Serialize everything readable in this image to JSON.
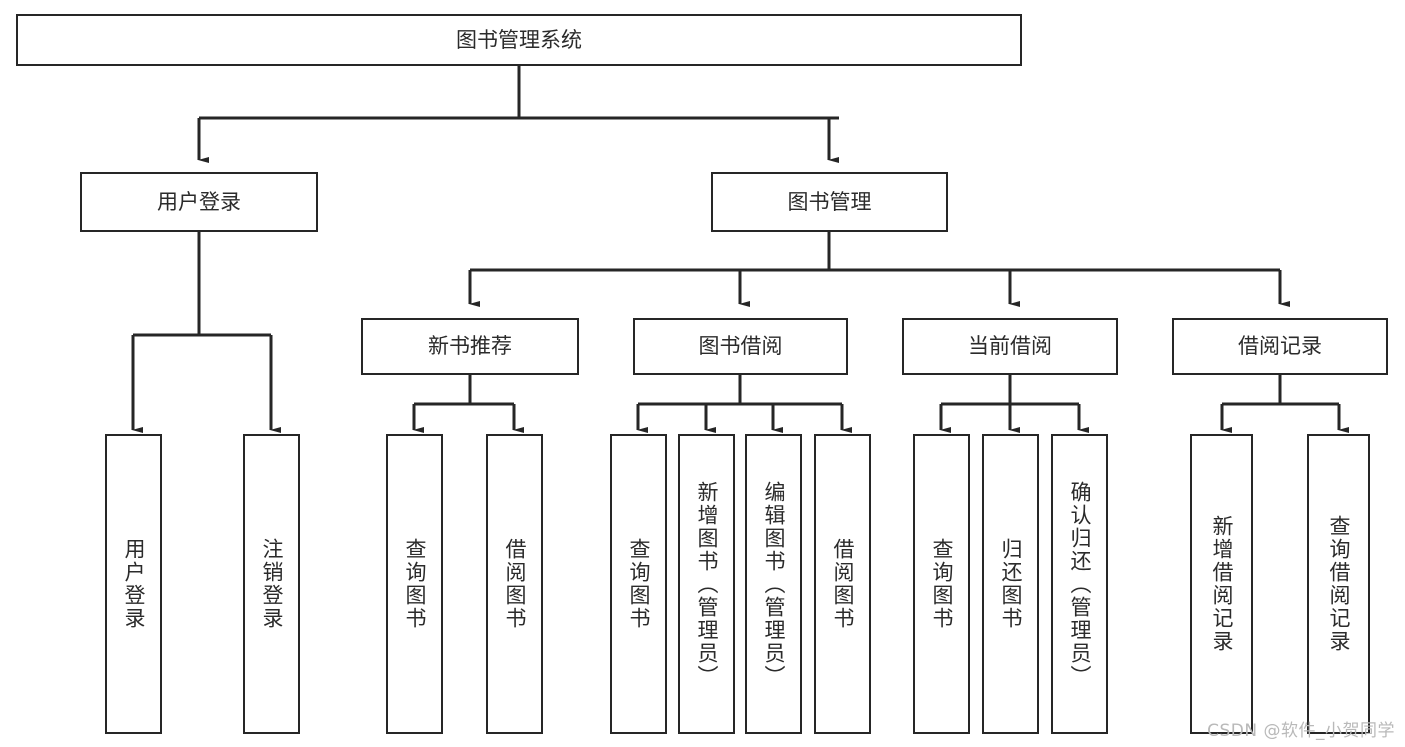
{
  "diagram": {
    "type": "hierarchy-tree",
    "title": "图书管理系统",
    "watermark": "CSDN @软件_小贺同学",
    "colors": {
      "background": "#ffffff",
      "box_stroke": "#262626",
      "connector": "#262626",
      "text": "#2b2b2b",
      "watermark": "#b9b9b9"
    },
    "nodes": {
      "root": {
        "label": "图书管理系统"
      },
      "level2": [
        {
          "label": "用户登录"
        },
        {
          "label": "图书管理"
        }
      ],
      "level3": [
        {
          "label": "新书推荐"
        },
        {
          "label": "图书借阅"
        },
        {
          "label": "当前借阅"
        },
        {
          "label": "借阅记录"
        }
      ],
      "leaves_user_login": [
        {
          "label": "用户登录"
        },
        {
          "label": "注销登录"
        }
      ],
      "leaves_new_book": [
        {
          "label": "查询图书"
        },
        {
          "label": "借阅图书"
        }
      ],
      "leaves_borrow": [
        {
          "label": "查询图书"
        },
        {
          "label": "新增图书（管理员）"
        },
        {
          "label": "编辑图书（管理员）"
        },
        {
          "label": "借阅图书"
        }
      ],
      "leaves_current": [
        {
          "label": "查询图书"
        },
        {
          "label": "归还图书"
        },
        {
          "label": "确认归还（管理员）"
        }
      ],
      "leaves_record": [
        {
          "label": "新增借阅记录"
        },
        {
          "label": "查询借阅记录"
        }
      ]
    }
  }
}
